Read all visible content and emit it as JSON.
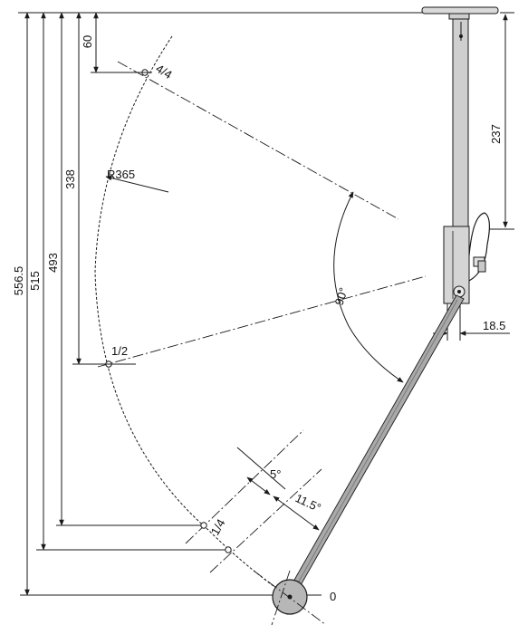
{
  "dimensions": {
    "overall_height": "556.5",
    "height_1_4": "515",
    "height_pivot_level": "493",
    "height_1_2": "338",
    "height_4_4": "60",
    "radius": "R365",
    "mount_length": "237",
    "mount_offset": "18.5",
    "swing_angle": "90°",
    "step_angle": "5°",
    "lean_angle": "11.5°"
  },
  "positions": {
    "full": "4/4",
    "half": "1/2",
    "quarter": "1/4",
    "zero": "0"
  },
  "colors": {
    "line": "#1a1a1a",
    "rod": "#9a9a9a",
    "rod_dark": "#6f6f6f",
    "weight": "#b7b7b7"
  }
}
